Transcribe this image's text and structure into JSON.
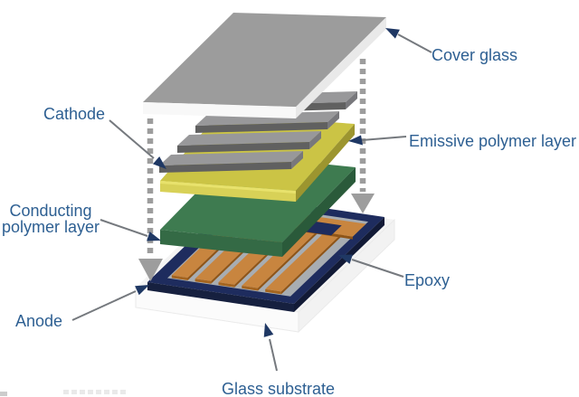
{
  "labels": {
    "cover_glass": "Cover glass",
    "cathode": "Cathode",
    "emissive": "Emissive polymer layer",
    "conducting_line1": "Conducting",
    "conducting_line2": "polymer layer",
    "epoxy": "Epoxy",
    "anode": "Anode",
    "glass_substrate": "Glass substrate"
  },
  "colors": {
    "label_text": "#2d5f92",
    "arrow_line": "#75797e",
    "arrowhead": "#1f3864",
    "dash": "#9d9d9d",
    "cover_top": "#9c9c9c",
    "cover_front": "#f8f8f8",
    "cover_side": "#e9e9e9",
    "cathode_top": "#98989a",
    "cathode_front": "#606060",
    "cathode_side": "#78787c",
    "emissive_top": "#cbc445",
    "emissive_front": "#d8d157",
    "emissive_side": "#9c952f",
    "emissive_edge": "#e8e26c",
    "conducting_top": "#3e7b50",
    "conducting_front": "#346a45",
    "conducting_side": "#2a5a3a",
    "plate_top": "#1e2c5e",
    "plate_front": "#16203f",
    "plate_side": "#121a36",
    "anode_base": "#a8adb2",
    "anode_strip": "#c8853f",
    "anode_strip_side": "#8f5518",
    "anode_strip_front": "#a4641f",
    "substrate_top": "#f4f4f4",
    "substrate_front": "#fbfbfb",
    "substrate_side": "#f2f2f2",
    "substrate_edge": "#eaeaea"
  }
}
